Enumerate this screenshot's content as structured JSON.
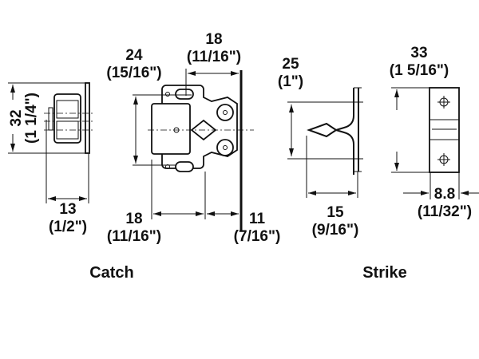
{
  "catch": {
    "caption": "Catch",
    "height_mm": "32",
    "height_in": "(1 1/4\")",
    "depth_mm": "13",
    "depth_in": "(1/2\")",
    "hole_span_mm": "24",
    "hole_span_in": "(15/16\")",
    "top_mm": "18",
    "top_in": "(11/16\")",
    "bottom_mm": "18",
    "bottom_in": "(11/16\")",
    "offset_mm": "11",
    "offset_in": "(7/16\")"
  },
  "strike": {
    "caption": "Strike",
    "span_mm": "25",
    "span_in": "(1\")",
    "depth_mm": "15",
    "depth_in": "(9/16\")",
    "height_mm": "33",
    "height_in": "(1 5/16\")",
    "width_mm": "8.8",
    "width_in": "(11/32\")"
  }
}
